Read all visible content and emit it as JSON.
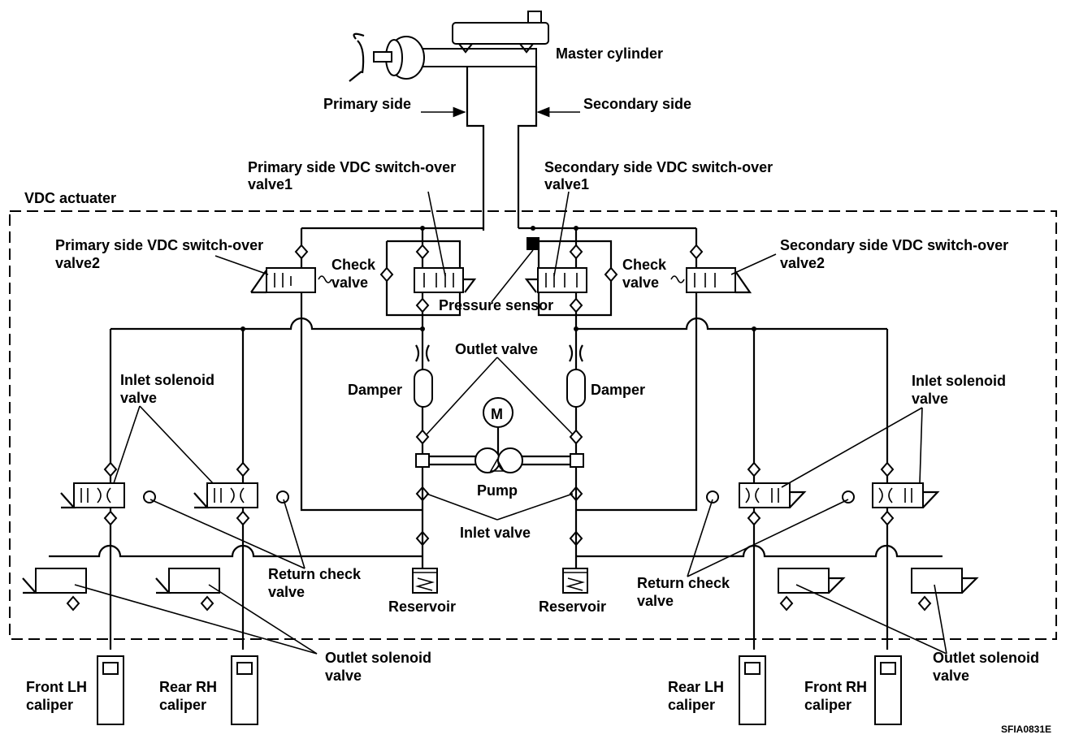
{
  "labels": {
    "master_cylinder": "Master cylinder",
    "primary_side": "Primary side",
    "secondary_side": "Secondary side",
    "vdc_actuator": "VDC actuater",
    "primary_vdc_valve1_l1": "Primary side VDC switch-over",
    "primary_vdc_valve1_l2": "valve1",
    "secondary_vdc_valve1_l1": "Secondary side VDC switch-over",
    "secondary_vdc_valve1_l2": "valve1",
    "primary_vdc_valve2_l1": "Primary side VDC switch-over",
    "primary_vdc_valve2_l2": "valve2",
    "secondary_vdc_valve2_l1": "Secondary side VDC switch-over",
    "secondary_vdc_valve2_l2": "valve2",
    "check_valve_l1": "Check",
    "check_valve_l2": "valve",
    "pressure_sensor": "Pressure sensor",
    "outlet_valve": "Outlet valve",
    "damper": "Damper",
    "motor": "M",
    "pump": "Pump",
    "inlet_valve": "Inlet valve",
    "inlet_solenoid_l1": "Inlet solenoid",
    "inlet_solenoid_l2": "valve",
    "return_check_l1": "Return check",
    "return_check_l2": "valve",
    "outlet_solenoid_l1": "Outlet solenoid",
    "outlet_solenoid_l2": "valve",
    "reservoir": "Reservoir",
    "front_lh_l1": "Front LH",
    "front_lh_l2": "caliper",
    "rear_rh_l1": "Rear RH",
    "rear_rh_l2": "caliper",
    "rear_lh_l1": "Rear LH",
    "rear_lh_l2": "caliper",
    "front_rh_l1": "Front RH",
    "front_rh_l2": "caliper",
    "figure_code": "SFIA0831E"
  }
}
